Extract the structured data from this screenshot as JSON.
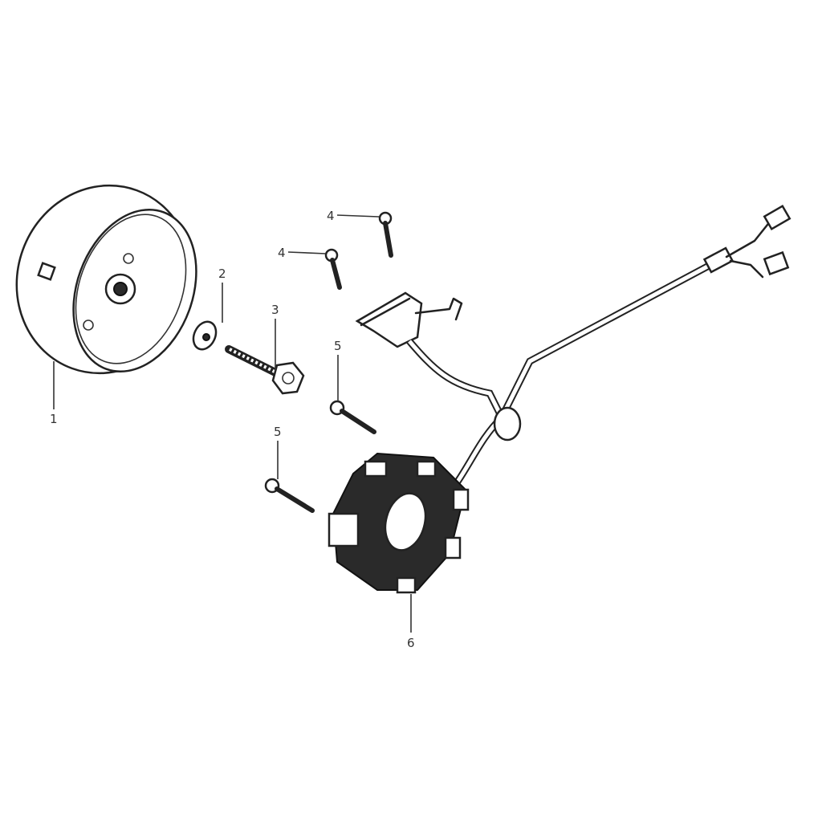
{
  "diagram": {
    "type": "exploded parts diagram",
    "callouts": [
      {
        "label": "1",
        "part": "flywheel-rotor"
      },
      {
        "label": "2",
        "part": "washer"
      },
      {
        "label": "3",
        "part": "flange-bolt"
      },
      {
        "label": "4",
        "part": "screw"
      },
      {
        "label": "4",
        "part": "screw"
      },
      {
        "label": "5",
        "part": "bolt"
      },
      {
        "label": "5",
        "part": "bolt"
      },
      {
        "label": "6",
        "part": "stator-assembly"
      }
    ]
  }
}
